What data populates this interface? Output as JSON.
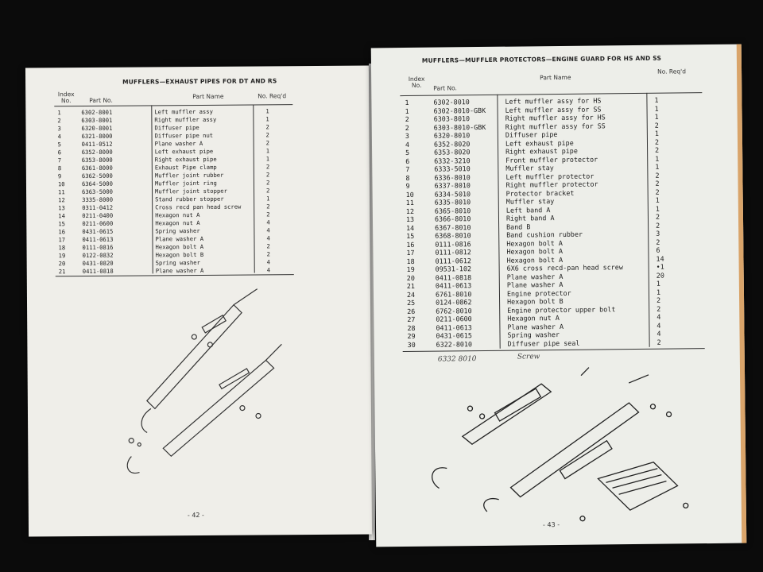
{
  "left_page": {
    "title": "MUFFLERS—EXHAUST PIPES FOR DT AND RS",
    "headers": {
      "index": "Index\nNo.",
      "part_no": "Part No.",
      "part_name": "Part Name",
      "qty": "No. Req'd"
    },
    "rows": [
      {
        "index": "1",
        "part_no": "6302-8001",
        "name": "Left muffler assy",
        "qty": "1"
      },
      {
        "index": "2",
        "part_no": "6303-8001",
        "name": "Right muffler assy",
        "qty": "1"
      },
      {
        "index": "3",
        "part_no": "6320-8001",
        "name": "Diffuser pipe",
        "qty": "2"
      },
      {
        "index": "4",
        "part_no": "6321-8000",
        "name": "Diffuser pipe nut",
        "qty": "2"
      },
      {
        "index": "5",
        "part_no": "0411-0512",
        "name": "Plane washer A",
        "qty": "2"
      },
      {
        "index": "6",
        "part_no": "6352-8000",
        "name": "Left exhaust pipe",
        "qty": "1"
      },
      {
        "index": "7",
        "part_no": "6353-8000",
        "name": "Right exhaust pipe",
        "qty": "1"
      },
      {
        "index": "8",
        "part_no": "6361-8000",
        "name": "Exhaust Pipe clamp",
        "qty": "2"
      },
      {
        "index": "9",
        "part_no": "6362-5000",
        "name": "Muffler joint rubber",
        "qty": "2"
      },
      {
        "index": "10",
        "part_no": "6364-5000",
        "name": "Muffler joint ring",
        "qty": "2"
      },
      {
        "index": "11",
        "part_no": "6363-5000",
        "name": "Muffler joint stopper",
        "qty": "2"
      },
      {
        "index": "12",
        "part_no": "3335-8000",
        "name": "Stand rubber stopper",
        "qty": "1"
      },
      {
        "index": "13",
        "part_no": "0311-0412",
        "name": "Cross recd pan head screw",
        "qty": "2"
      },
      {
        "index": "14",
        "part_no": "0211-0400",
        "name": "Hexagon nut A",
        "qty": "2"
      },
      {
        "index": "15",
        "part_no": "0211-0600",
        "name": "Hexagon nut A",
        "qty": "4"
      },
      {
        "index": "16",
        "part_no": "0431-0615",
        "name": "Spring washer",
        "qty": "4"
      },
      {
        "index": "17",
        "part_no": "0411-0613",
        "name": "Plane washer A",
        "qty": "4"
      },
      {
        "index": "18",
        "part_no": "0111-0816",
        "name": "Hexagon bolt A",
        "qty": "2"
      },
      {
        "index": "19",
        "part_no": "0122-0832",
        "name": "Hexagon bolt B",
        "qty": "2"
      },
      {
        "index": "20",
        "part_no": "0431-0820",
        "name": "Spring washer",
        "qty": "4"
      },
      {
        "index": "21",
        "part_no": "0411-0818",
        "name": "Plane washer A",
        "qty": "4"
      }
    ],
    "page_number": "- 42 -"
  },
  "right_page": {
    "title": "MUFFLERS—MUFFLER PROTECTORS—ENGINE GUARD FOR HS AND SS",
    "headers": {
      "index": "Index\nNo.",
      "part_no": "Part No.",
      "part_name": "Part Name",
      "qty": "No. Req'd"
    },
    "rows": [
      {
        "index": "1",
        "part_no": "6302-8010",
        "name": "Left muffler assy for HS",
        "qty": "1"
      },
      {
        "index": "1",
        "part_no": "6302-8010-GBK",
        "name": "Left muffler assy for SS",
        "qty": "1"
      },
      {
        "index": "2",
        "part_no": "6303-8010",
        "name": "Right muffler assy for HS",
        "qty": "1"
      },
      {
        "index": "2",
        "part_no": "6303-8010-GBK",
        "name": "Right muffler assy for SS",
        "qty": "2"
      },
      {
        "index": "3",
        "part_no": "6320-8010",
        "name": "Diffuser pipe",
        "qty": "1"
      },
      {
        "index": "4",
        "part_no": "6352-8020",
        "name": "Left exhaust pipe",
        "qty": "2"
      },
      {
        "index": "5",
        "part_no": "6353-8020",
        "name": "Right exhaust pipe",
        "qty": "2"
      },
      {
        "index": "6",
        "part_no": "6332-3210",
        "name": "Front muffler protector",
        "qty": "1"
      },
      {
        "index": "7",
        "part_no": "6333-5010",
        "name": "Muffler stay",
        "qty": "1"
      },
      {
        "index": "8",
        "part_no": "6336-8010",
        "name": "Left muffler protector",
        "qty": "2"
      },
      {
        "index": "9",
        "part_no": "6337-8010",
        "name": "Right muffler protector",
        "qty": "2"
      },
      {
        "index": "10",
        "part_no": "6334-5010",
        "name": "Protector bracket",
        "qty": "2"
      },
      {
        "index": "11",
        "part_no": "6335-8010",
        "name": "Muffler stay",
        "qty": "1"
      },
      {
        "index": "12",
        "part_no": "6365-8010",
        "name": "Left band A",
        "qty": "1"
      },
      {
        "index": "13",
        "part_no": "6366-8010",
        "name": "Right band A",
        "qty": "2"
      },
      {
        "index": "14",
        "part_no": "6367-8010",
        "name": "Band B",
        "qty": "2"
      },
      {
        "index": "15",
        "part_no": "6368-8010",
        "name": "Band cushion rubber",
        "qty": "3"
      },
      {
        "index": "16",
        "part_no": "0111-0816",
        "name": "Hexagon bolt A",
        "qty": "2"
      },
      {
        "index": "17",
        "part_no": "0111-0812",
        "name": "Hexagon bolt A",
        "qty": "6"
      },
      {
        "index": "18",
        "part_no": "0111-0612",
        "name": "Hexagon bolt A",
        "qty": "14"
      },
      {
        "index": "19",
        "part_no": "09531-102",
        "name": "6X6 cross recd-pan head screw",
        "qty": "•1"
      },
      {
        "index": "20",
        "part_no": "0411-0818",
        "name": "Plane washer A",
        "qty": "20"
      },
      {
        "index": "21",
        "part_no": "0411-0613",
        "name": "Plane washer A",
        "qty": "1"
      },
      {
        "index": "24",
        "part_no": "6761-8010",
        "name": "Engine protector",
        "qty": "1"
      },
      {
        "index": "25",
        "part_no": "0124-0862",
        "name": "Hexagon bolt B",
        "qty": "2"
      },
      {
        "index": "26",
        "part_no": "6762-8010",
        "name": "Engine protector upper bolt",
        "qty": "2"
      },
      {
        "index": "27",
        "part_no": "0211-0600",
        "name": "Hexagon nut A",
        "qty": "4"
      },
      {
        "index": "28",
        "part_no": "0411-0613",
        "name": "Plane washer A",
        "qty": "4"
      },
      {
        "index": "29",
        "part_no": "0431-0615",
        "name": "Spring washer",
        "qty": "4"
      },
      {
        "index": "30",
        "part_no": "6322-8010",
        "name": "Diffuser pipe seal",
        "qty": "2"
      }
    ],
    "handwriting": [
      "6332 8010",
      "Screw"
    ],
    "page_number": "- 43 -"
  }
}
